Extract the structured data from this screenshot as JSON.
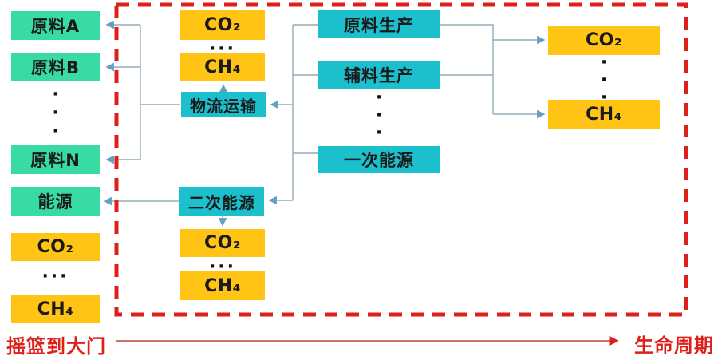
{
  "colors": {
    "green": "#38DCA2",
    "teal": "#1CBFCC",
    "orange": "#FFC414",
    "red": "#DF1F1A",
    "connector": "#94ABB8",
    "arrow": "#64A0C3"
  },
  "nodes": {
    "material_a": "原料A",
    "material_b": "原料B",
    "material_n": "原料N",
    "energy": "能源",
    "co2": "CO₂",
    "ch4": "CH₄",
    "logistics": "物流运输",
    "secondary_energy": "二次能源",
    "material_production": "原料生产",
    "auxiliary_production": "辅料生产",
    "primary_energy": "一次能源"
  },
  "ellipsis": {
    "horizontal": "···",
    "vertical": "·"
  },
  "footer": {
    "cradle_to_gate": "摇篮到大门",
    "life_cycle": "生命周期"
  }
}
